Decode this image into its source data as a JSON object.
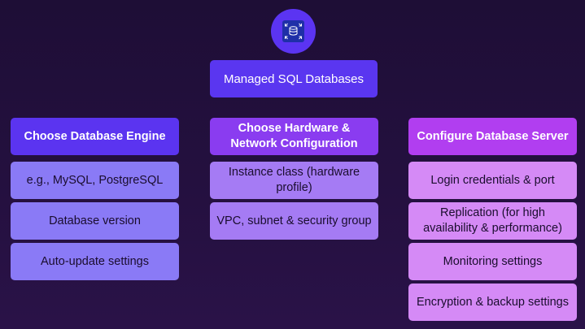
{
  "diagram": {
    "root": {
      "icon": "database-icon",
      "label": "Managed SQL Databases"
    },
    "branches": [
      {
        "title": "Choose Database Engine",
        "items": [
          "e.g., MySQL, PostgreSQL",
          "Database version",
          "Auto-update settings"
        ]
      },
      {
        "title": "Choose Hardware & Network Configuration",
        "items": [
          "Instance class (hardware profile)",
          "VPC, subnet & security group"
        ]
      },
      {
        "title": "Configure Database Server",
        "items": [
          "Login credentials & port",
          "Replication (for high availability & performance)",
          "Monitoring settings",
          "Encryption & backup settings"
        ]
      }
    ],
    "colors": {
      "background": "#22103d",
      "root": "#5a36f0",
      "branch_1": "#5b34f0",
      "branch_2": "#8a3cf0",
      "branch_3": "#b13ef0",
      "branch_1_items": "#8a7af6",
      "branch_2_items": "#a57bf4",
      "branch_3_items": "#d58af6"
    }
  }
}
